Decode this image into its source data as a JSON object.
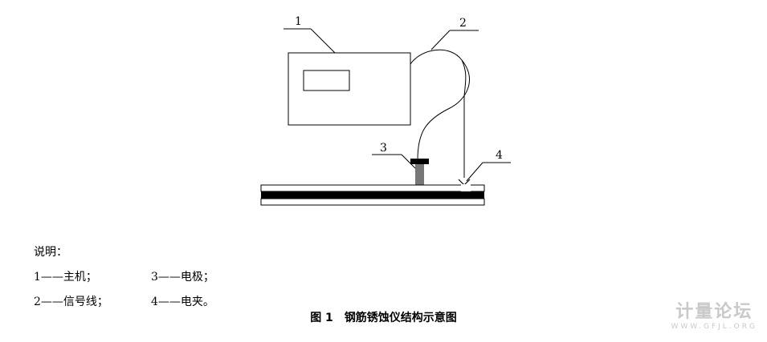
{
  "diagram": {
    "callouts": [
      "1",
      "2",
      "3",
      "4"
    ]
  },
  "legend": {
    "title": "说明：",
    "items": [
      "1——主机；",
      "3——电极；",
      "2——信号线；",
      "4——电夹。"
    ]
  },
  "caption": {
    "number": "图 1",
    "text": "钢筋锈蚀仪结构示意图"
  },
  "watermark": {
    "main": "计量论坛",
    "sub": "WWW.GFJL.ORG"
  }
}
